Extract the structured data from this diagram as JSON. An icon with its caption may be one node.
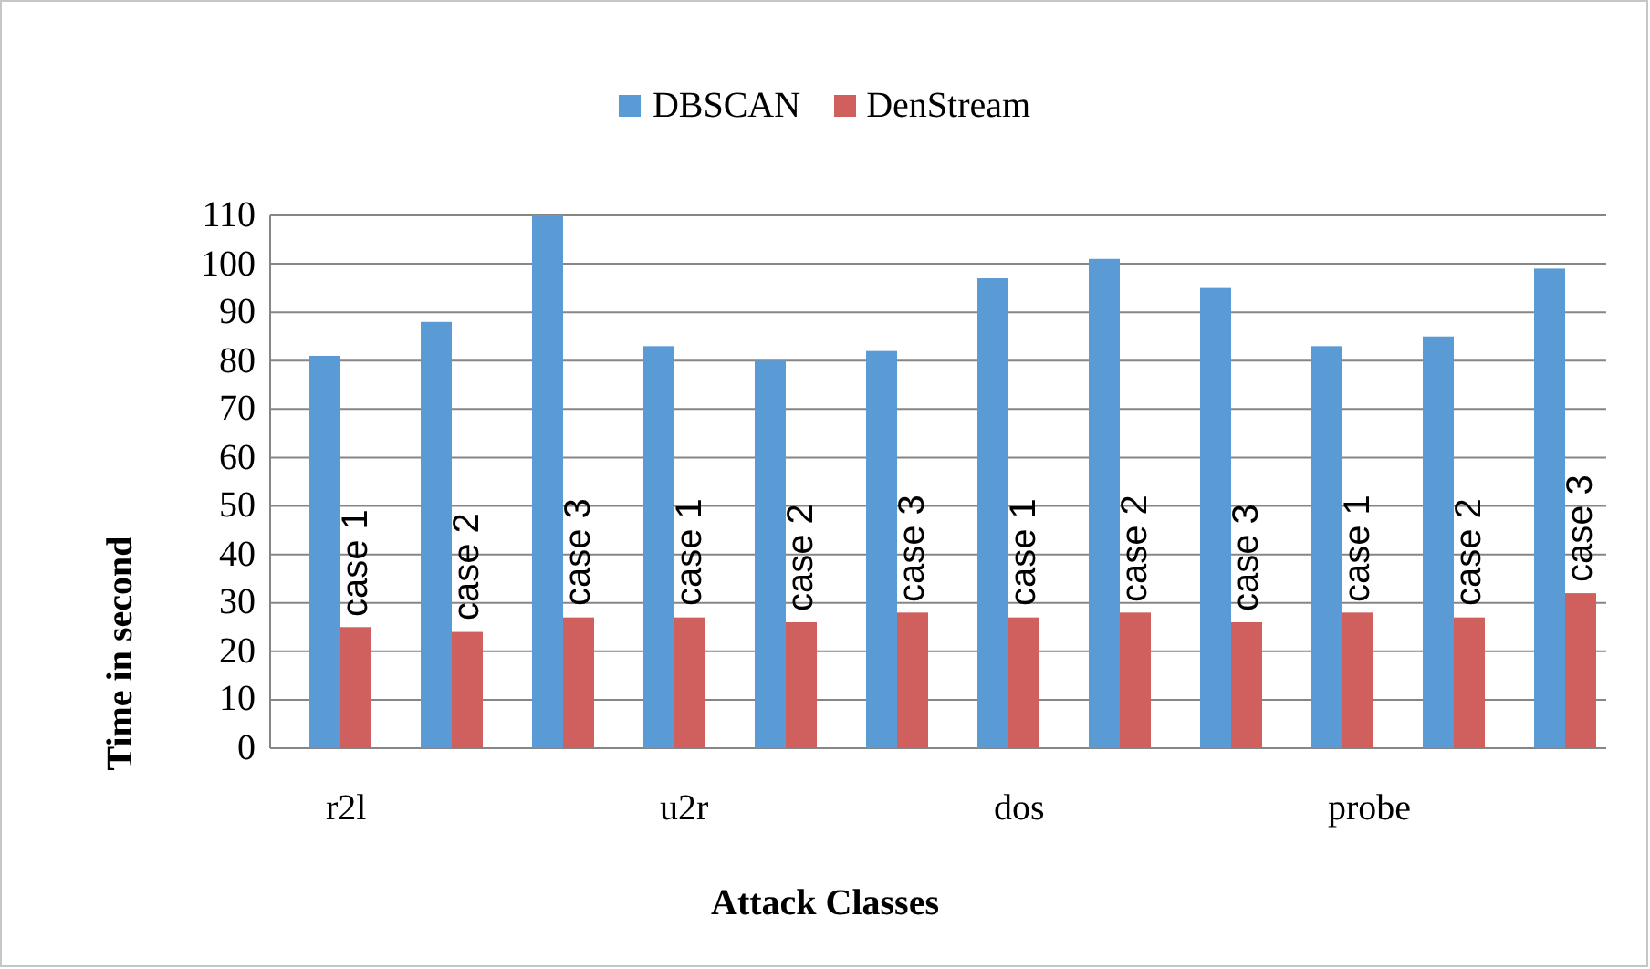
{
  "diagram": {
    "labels": [
      "r2l",
      "u2r",
      "dos",
      "probe"
    ],
    "chart_data": {
      "type": "bar",
      "xlabel": "Attack Classes",
      "ylabel": "Time in second",
      "categories": [
        "case 1",
        "case 2",
        "case 3",
        "case 1",
        "case 2",
        "case 3",
        "case 1",
        "case 2",
        "case 3",
        "case 1",
        "case 2",
        "case 3"
      ],
      "series": [
        {
          "name": "DBSCAN",
          "color": "#5b9bd5",
          "values": [
            81,
            88,
            110,
            83,
            80,
            82,
            97,
            101,
            95,
            83,
            85,
            99
          ]
        },
        {
          "name": "DenStream",
          "color": "#d0605e",
          "values": [
            25,
            24,
            27,
            27,
            26,
            28,
            27,
            28,
            26,
            28,
            27,
            32
          ]
        }
      ],
      "grid": true,
      "legend": "top",
      "ylim": [
        0,
        110
      ],
      "yticks": [
        0,
        10,
        20,
        30,
        40,
        50,
        60,
        70,
        80,
        90,
        100,
        110
      ]
    }
  }
}
